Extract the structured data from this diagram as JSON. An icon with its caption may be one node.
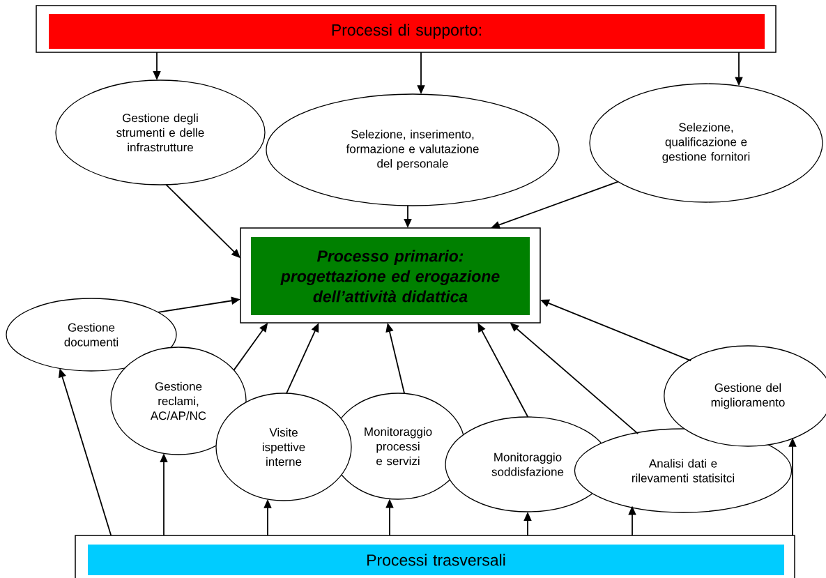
{
  "diagram": {
    "nodes": [
      {
        "text": [
          "Processi di supporto:"
        ]
      },
      {
        "text": [
          "Gestione degli strumenti e delle infrastrutture"
        ]
      },
      {
        "text": [
          "Selezione, inserimento, formazione e valutazione del personale"
        ]
      },
      {
        "text": [
          "Selezione, qualificazione e gestione fornitori"
        ]
      },
      {
        "text": [
          "Processo primario: progettazione ed erogazione dell’attività didattica"
        ]
      },
      {
        "text": [
          "Gestione documenti"
        ]
      },
      {
        "text": [
          "Gestione reclami, AC/AP/NC"
        ]
      },
      {
        "text": [
          "Visite ispettive interne"
        ]
      },
      {
        "text": [
          "Monitoraggio processi e servizi"
        ]
      },
      {
        "text": [
          "Monitoraggio soddisfazione"
        ]
      },
      {
        "text": [
          "Analisi dati e rilevamenti statisitci"
        ]
      },
      {
        "text": [
          "Gestione del miglioramento"
        ]
      },
      {
        "text": [
          "Processi trasversali"
        ]
      }
    ],
    "edges": [
      {
        "from": 0,
        "to": 1,
        "arrow": "to"
      },
      {
        "from": 0,
        "to": 2,
        "arrow": "to"
      },
      {
        "from": 0,
        "to": 3,
        "arrow": "to"
      },
      {
        "from": 1,
        "to": 4,
        "arrow": "to"
      },
      {
        "from": 2,
        "to": 4,
        "arrow": "to"
      },
      {
        "from": 3,
        "to": 4,
        "arrow": "to"
      },
      {
        "from": 5,
        "to": 4,
        "arrow": "to"
      },
      {
        "from": 6,
        "to": 4,
        "arrow": "to"
      },
      {
        "from": 7,
        "to": 4,
        "arrow": "to"
      },
      {
        "from": 8,
        "to": 4,
        "arrow": "to"
      },
      {
        "from": 9,
        "to": 4,
        "arrow": "to"
      },
      {
        "from": 10,
        "to": 4,
        "arrow": "to"
      },
      {
        "from": 11,
        "to": 4,
        "arrow": "to"
      },
      {
        "from": 12,
        "to": 5,
        "arrow": "to"
      },
      {
        "from": 12,
        "to": 6,
        "arrow": "to"
      },
      {
        "from": 12,
        "to": 7,
        "arrow": "to"
      },
      {
        "from": 12,
        "to": 8,
        "arrow": "to"
      },
      {
        "from": 12,
        "to": 9,
        "arrow": "to"
      },
      {
        "from": 12,
        "to": 10,
        "arrow": "to"
      },
      {
        "from": 12,
        "to": 11,
        "arrow": "to"
      }
    ]
  }
}
